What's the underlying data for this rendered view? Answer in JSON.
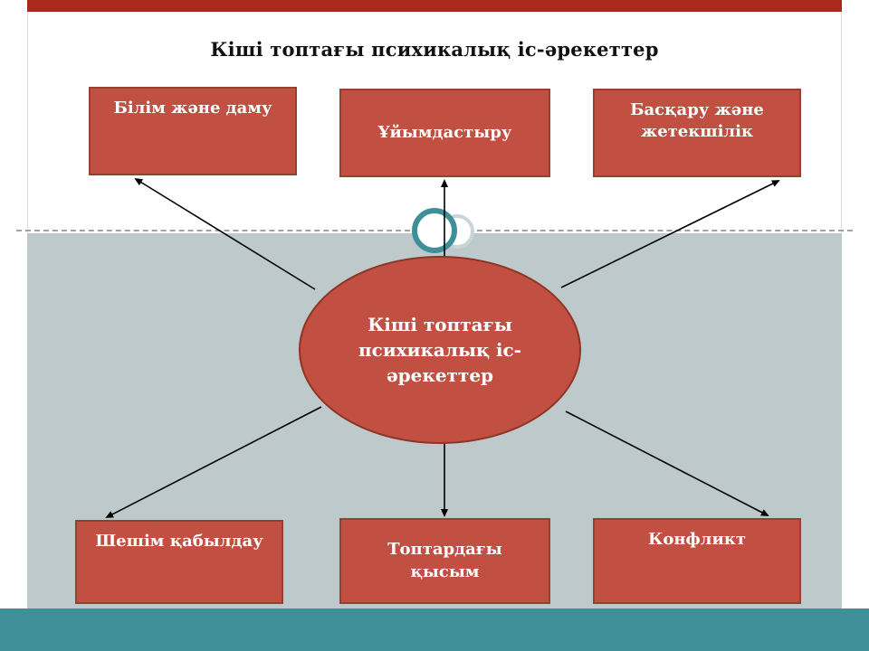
{
  "slide": {
    "title": "Кіші топтағы психикалық іс-әрекеттер"
  },
  "diagram": {
    "center": {
      "label": "Кіші топтағы психикалық іс-әрекеттер"
    },
    "nodes": [
      {
        "id": "top-left",
        "label": "Білім және даму"
      },
      {
        "id": "top-center",
        "label": "Ұйымдастыру"
      },
      {
        "id": "top-right",
        "label": "Басқару және жетекшілік"
      },
      {
        "id": "bottom-left",
        "label": "Шешім қабылдау"
      },
      {
        "id": "bottom-center",
        "label": "Топтардағы қысым"
      },
      {
        "id": "bottom-right",
        "label": "Конфликт"
      }
    ],
    "colors": {
      "node_fill": "#C25042",
      "node_border": "#98402F",
      "top_accent_bar": "#A9291C",
      "bottom_accent_bar": "#3F8F99",
      "lower_background": "#BEC9CC",
      "arrow": "#000000",
      "title_text": "#111111",
      "node_text": "#FFFFFF"
    }
  }
}
